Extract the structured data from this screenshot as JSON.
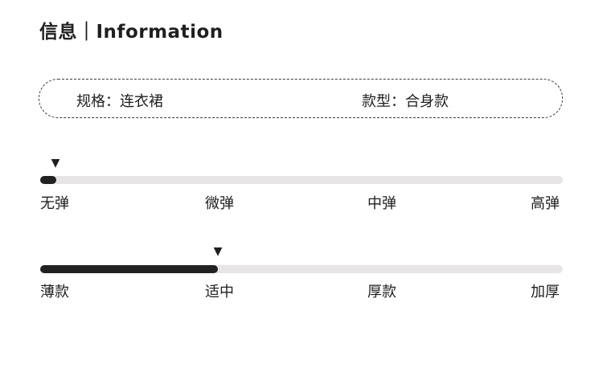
{
  "header": {
    "title": "信息｜Information"
  },
  "spec": {
    "left": "规格：连衣裙",
    "right": "款型：合身款"
  },
  "scales": {
    "elasticity": {
      "options": [
        "无弹",
        "微弹",
        "中弹",
        "高弹"
      ],
      "selected": "无弹",
      "level": 0.03
    },
    "thickness": {
      "options": [
        "薄款",
        "适中",
        "厚款",
        "加厚"
      ],
      "selected": "适中",
      "level": 0.34
    }
  },
  "colors": {
    "fill": "#222222",
    "track": "#e9e5e6"
  }
}
